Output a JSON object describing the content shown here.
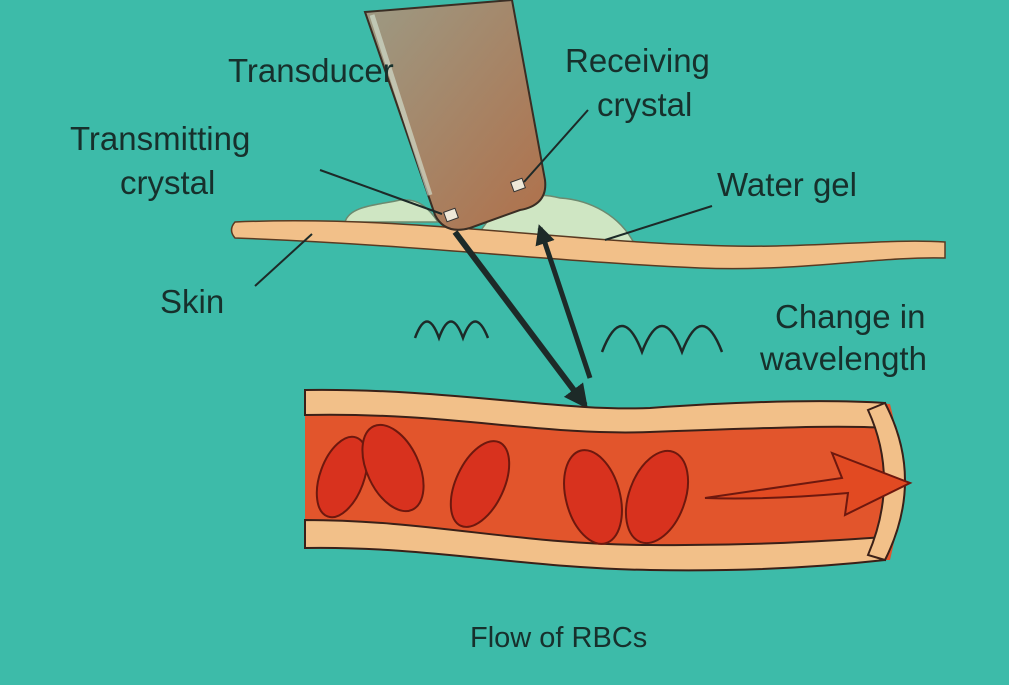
{
  "labels": {
    "transducer": "Transducer",
    "receiving_1": "Receiving",
    "receiving_2": "crystal",
    "transmitting_1": "Transmitting",
    "transmitting_2": "crystal",
    "water_gel": "Water gel",
    "skin": "Skin",
    "change_1": "Change in",
    "change_2": "wavelength",
    "flow": "Flow of RBCs"
  },
  "colors": {
    "background": "#3dbba9",
    "skin": "#f2c089",
    "blood": "#e2552c",
    "rbc": "#d8321e",
    "gel": "#cfe6c3"
  }
}
